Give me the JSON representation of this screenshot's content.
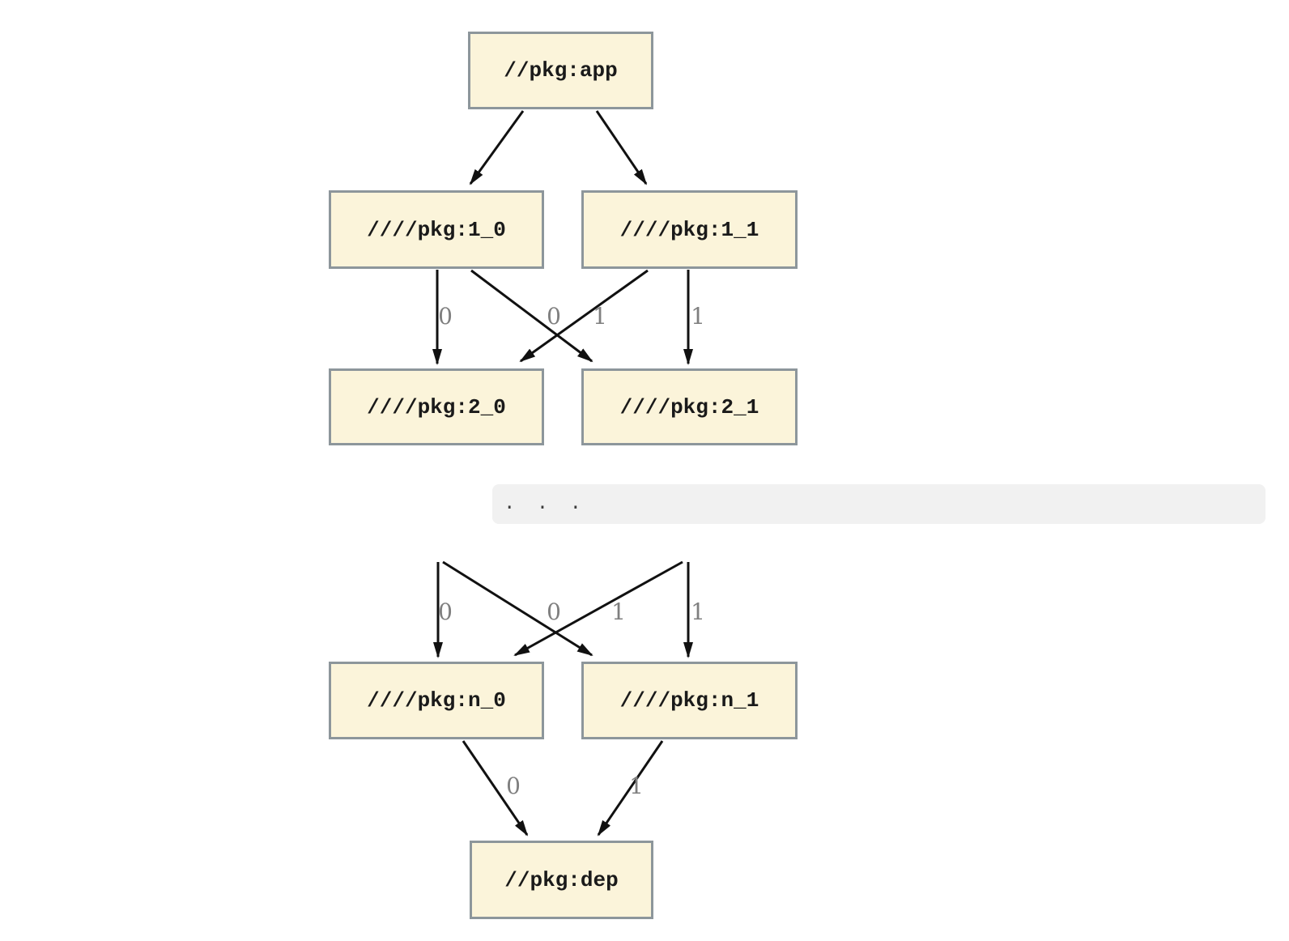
{
  "diagram": {
    "nodes": {
      "app": {
        "label": "//pkg:app"
      },
      "l1_0": {
        "label": "////pkg:1_0"
      },
      "l1_1": {
        "label": "////pkg:1_1"
      },
      "l2_0": {
        "label": "////pkg:2_0"
      },
      "l2_1": {
        "label": "////pkg:2_1"
      },
      "ln_0": {
        "label": "////pkg:n_0"
      },
      "ln_1": {
        "label": "////pkg:n_1"
      },
      "dep": {
        "label": "//pkg:dep"
      }
    },
    "ellipsis": ". . .",
    "edges": [
      {
        "from": "app",
        "to": "l1_0",
        "label": ""
      },
      {
        "from": "app",
        "to": "l1_1",
        "label": ""
      },
      {
        "from": "l1_0",
        "to": "l2_0",
        "label": "0"
      },
      {
        "from": "l1_0",
        "to": "l2_1",
        "label": "1"
      },
      {
        "from": "l1_1",
        "to": "l2_0",
        "label": "0"
      },
      {
        "from": "l1_1",
        "to": "l2_1",
        "label": "1"
      },
      {
        "from": "dots-left",
        "to": "ln_0",
        "label": "0"
      },
      {
        "from": "dots-left",
        "to": "ln_1",
        "label": "1"
      },
      {
        "from": "dots-right",
        "to": "ln_0",
        "label": "0"
      },
      {
        "from": "dots-right",
        "to": "ln_1",
        "label": "1"
      },
      {
        "from": "ln_0",
        "to": "dep",
        "label": "0"
      },
      {
        "from": "ln_1",
        "to": "dep",
        "label": "1"
      }
    ],
    "colors": {
      "node_fill": "#fbf4da",
      "node_border": "#8d969b",
      "edge": "#111111",
      "edge_label": "#7f7f7f",
      "band_bg": "#f1f1f1",
      "band_text": "#3d3d3d"
    }
  }
}
